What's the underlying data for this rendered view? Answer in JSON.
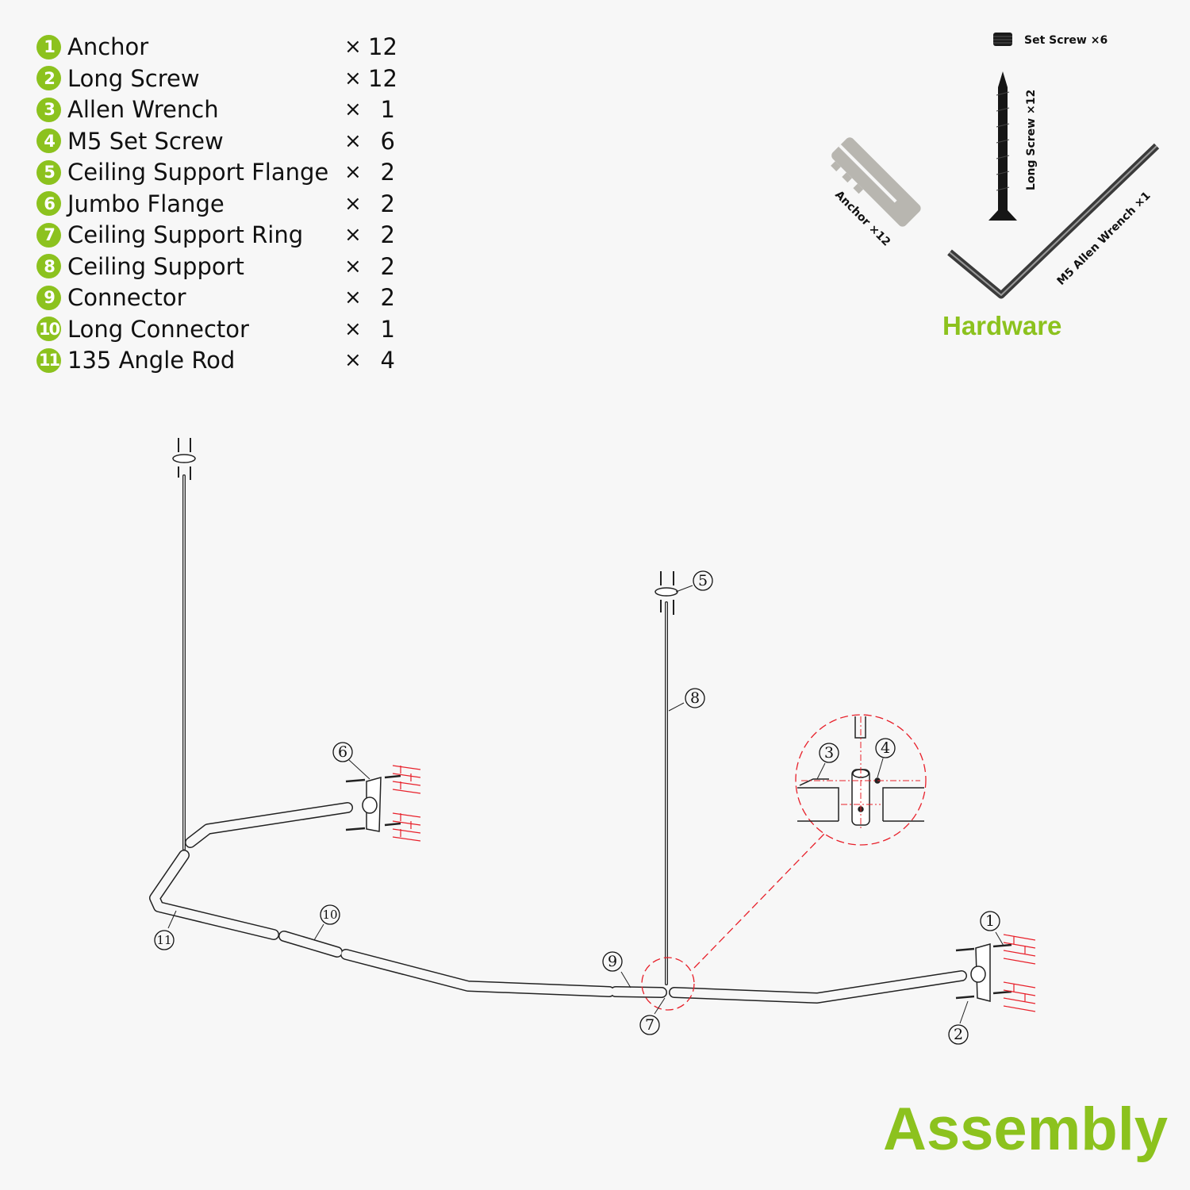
{
  "parts_list": [
    {
      "num": "1",
      "name": "Anchor",
      "times": "×",
      "qty": "12"
    },
    {
      "num": "2",
      "name": "Long Screw",
      "times": "×",
      "qty": "12"
    },
    {
      "num": "3",
      "name": "Allen Wrench",
      "times": "×",
      "qty": "1"
    },
    {
      "num": "4",
      "name": "M5 Set Screw",
      "times": "×",
      "qty": "6"
    },
    {
      "num": "5",
      "name": "Ceiling Support Flange",
      "times": "×",
      "qty": "2"
    },
    {
      "num": "6",
      "name": "Jumbo Flange",
      "times": "×",
      "qty": "2"
    },
    {
      "num": "7",
      "name": "Ceiling Support Ring",
      "times": "×",
      "qty": "2"
    },
    {
      "num": "8",
      "name": "Ceiling Support",
      "times": "×",
      "qty": "2"
    },
    {
      "num": "9",
      "name": "Connector",
      "times": "×",
      "qty": "2"
    },
    {
      "num": "10",
      "name": "Long Connector",
      "times": "×",
      "qty": "1"
    },
    {
      "num": "11",
      "name": "135 Angle Rod",
      "times": "×",
      "qty": "4"
    }
  ],
  "hardware": {
    "title": "Hardware",
    "set_screw_label": "Set Screw ×6",
    "long_screw_label": "Long Screw ×12",
    "anchor_label": "Anchor ×12",
    "wrench_label": "M5 Allen Wrench ×1"
  },
  "assembly": {
    "title": "Assembly",
    "callouts": {
      "c1": "1",
      "c2": "2",
      "c3": "3",
      "c4": "4",
      "c5": "5",
      "c6": "6",
      "c7": "7",
      "c8": "8",
      "c9": "9",
      "c10": "10",
      "c11": "11"
    }
  },
  "colors": {
    "accent": "#8cc21e",
    "detail_red": "#e8202a"
  }
}
